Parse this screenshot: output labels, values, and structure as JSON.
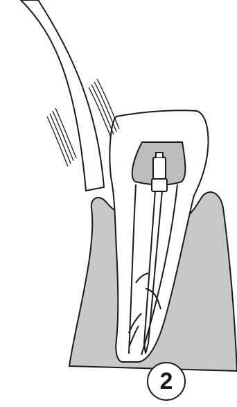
{
  "step_number": "2",
  "colors": {
    "outline": "#1a1a1a",
    "bone": "#c8c8c8",
    "tooth": "#ffffff",
    "pulp_chamber": "#bdbdbd",
    "background": "#ffffff"
  },
  "icons": {
    "instrument": "curved-instrument-tip",
    "vibration": "vibration-lines",
    "file": "endodontic-file"
  }
}
